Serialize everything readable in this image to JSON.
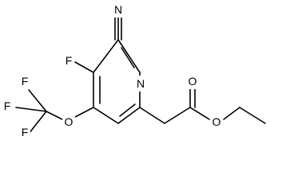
{
  "molecule": {
    "atoms": {
      "n_nitrile": "N",
      "f_ring": "F",
      "n_ring": "N",
      "o_ether": "O",
      "f_cf3_upper": "F",
      "f_cf3_left": "F",
      "f_cf3_lower": "F",
      "o_carbonyl": "O",
      "o_ester": "O"
    }
  }
}
